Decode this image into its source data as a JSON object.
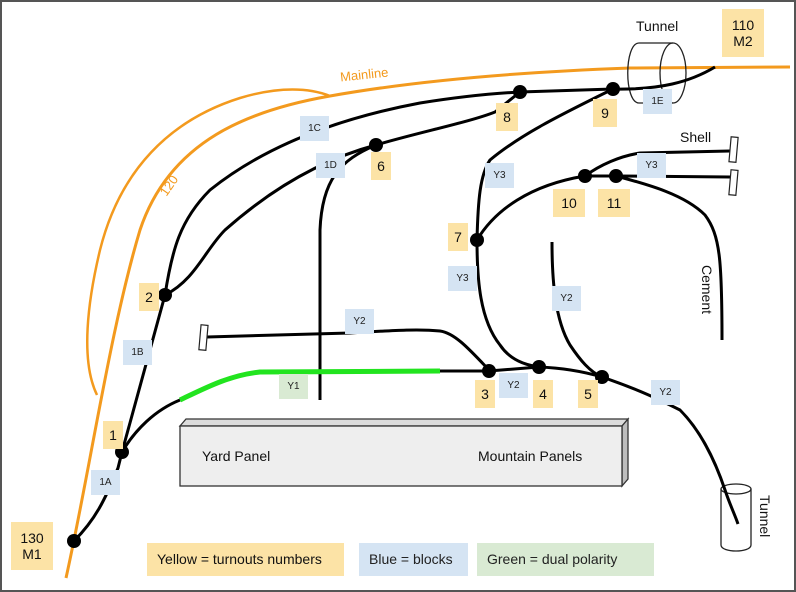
{
  "diagram": {
    "title": "Model railroad track and wiring layout",
    "colors": {
      "mainline": "#f39a1e",
      "track": "#000000",
      "dual_polarity": "#22e41f",
      "turnout_label_bg": "#fce3a6",
      "block_label_bg": "#d5e4f3",
      "green_label_bg": "#d9ead3",
      "panel_fill": "#eeeeee"
    },
    "mainline": {
      "name": "Mainline",
      "branch_label": "120",
      "end_markers": [
        {
          "id": "m1",
          "line1": "130",
          "line2": "M1"
        },
        {
          "id": "m2",
          "line1": "110",
          "line2": "M2"
        }
      ]
    },
    "turnouts": [
      "1",
      "2",
      "3",
      "4",
      "5",
      "6",
      "7",
      "8",
      "9",
      "10",
      "11"
    ],
    "blocks": {
      "b1A": "1A",
      "b1B": "1B",
      "b1C": "1C",
      "b1D": "1D",
      "b1E": "1E",
      "y1": "Y1",
      "y2a": "Y2",
      "y2b": "Y2",
      "y2c": "Y2",
      "y2d": "Y2",
      "y3a": "Y3",
      "y3b": "Y3",
      "y3c": "Y3"
    },
    "places": {
      "tunnel_top": "Tunnel",
      "tunnel_bottom": "Tunnel",
      "shell": "Shell",
      "cement": "Cement"
    },
    "panel": {
      "left_label": "Yard Panel",
      "right_label": "Mountain Panels"
    },
    "legend": {
      "yellow": "Yellow = turnouts numbers",
      "blue": "Blue = blocks",
      "green": "Green = dual polarity"
    }
  }
}
